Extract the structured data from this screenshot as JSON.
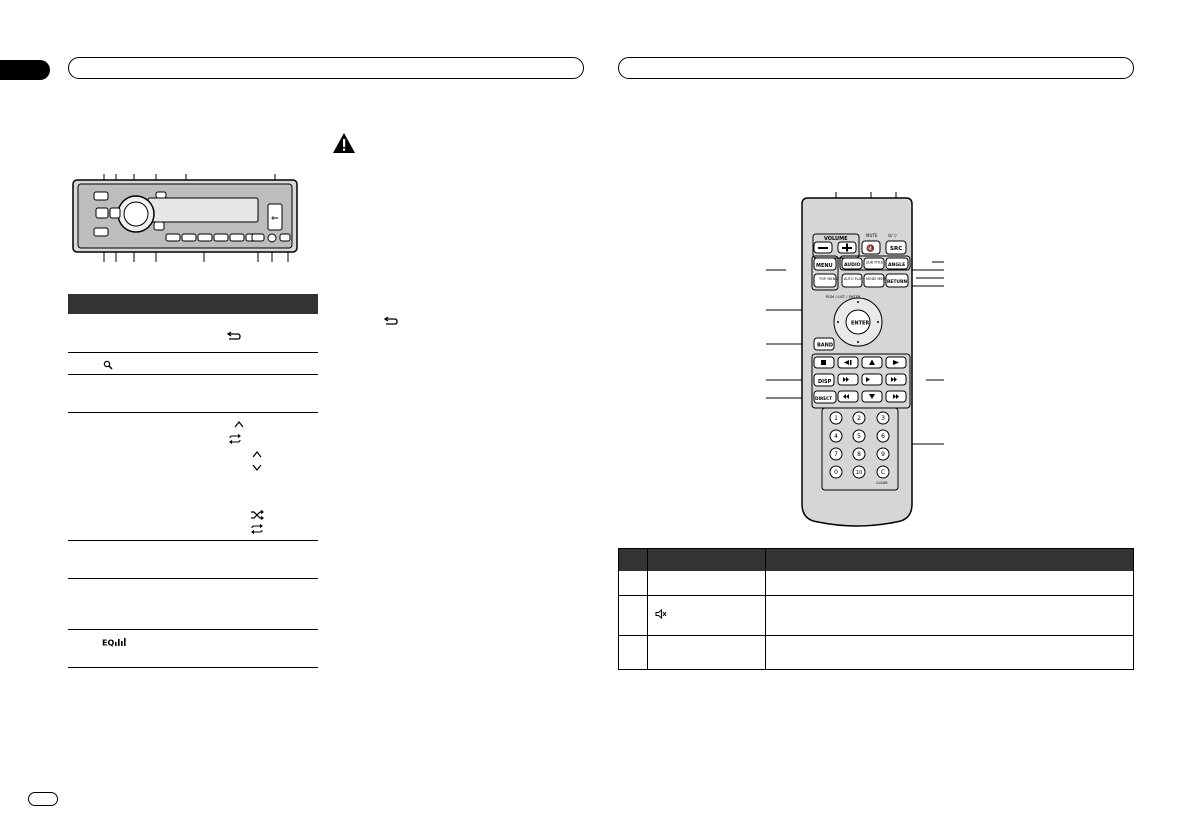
{
  "page": {
    "left_icons": {
      "back": "return-arrow-icon",
      "search": "search-icon",
      "up": "caret-up-icon",
      "down": "caret-down-icon",
      "repeat": "repeat-icon",
      "shuffle": "shuffle-icon",
      "eq": "eq-icon"
    },
    "warning_icon": "warning-triangle-icon",
    "right_table_icon": "mute-speaker-icon"
  },
  "remote": {
    "labels": {
      "volume": "VOLUME",
      "mute": "MUTE",
      "src_top": "⏻/ ▽",
      "src": "SRC",
      "menu": "MENU",
      "audio": "AUDIO",
      "sub_title": "SUB TITLE",
      "angle": "ANGLE",
      "top_menu": "TOP MENU",
      "auto_play": "AUTO PLAY",
      "mode_menu": "MODE MENU",
      "return": "RETURN",
      "enter_label": "PGM / LIST / ENTER",
      "enter": "ENTER",
      "band": "BAND",
      "disp": "DISP",
      "direct": "DIRECT",
      "clear_small": "CLEAR",
      "keys": [
        "1",
        "2",
        "3",
        "4",
        "5",
        "6",
        "7",
        "8",
        "9",
        "0",
        "10",
        "C"
      ]
    }
  }
}
